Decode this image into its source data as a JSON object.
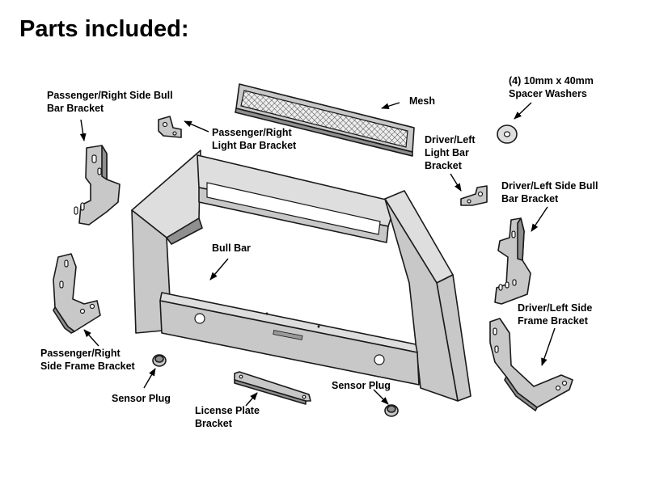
{
  "title": "Parts included:",
  "labels": {
    "mesh": "Mesh",
    "spacer_washers": [
      "(4) 10mm x 40mm",
      "Spacer Washers"
    ],
    "passenger_bull_bar_bracket": [
      "Passenger/Right Side Bull",
      "Bar Bracket"
    ],
    "passenger_light_bar_bracket": [
      "Passenger/Right",
      "Light Bar Bracket"
    ],
    "driver_light_bar_bracket": [
      "Driver/Left",
      "Light Bar",
      "Bracket"
    ],
    "driver_bull_bar_bracket": [
      "Driver/Left Side Bull",
      "Bar Bracket"
    ],
    "bull_bar": "Bull Bar",
    "passenger_frame_bracket": [
      "Passenger/Right",
      "Side Frame Bracket"
    ],
    "driver_frame_bracket": [
      "Driver/Left Side",
      "Frame Bracket"
    ],
    "sensor_plug_left": "Sensor Plug",
    "sensor_plug_right": "Sensor Plug",
    "license_plate_bracket": [
      "License Plate",
      "Bracket"
    ]
  }
}
